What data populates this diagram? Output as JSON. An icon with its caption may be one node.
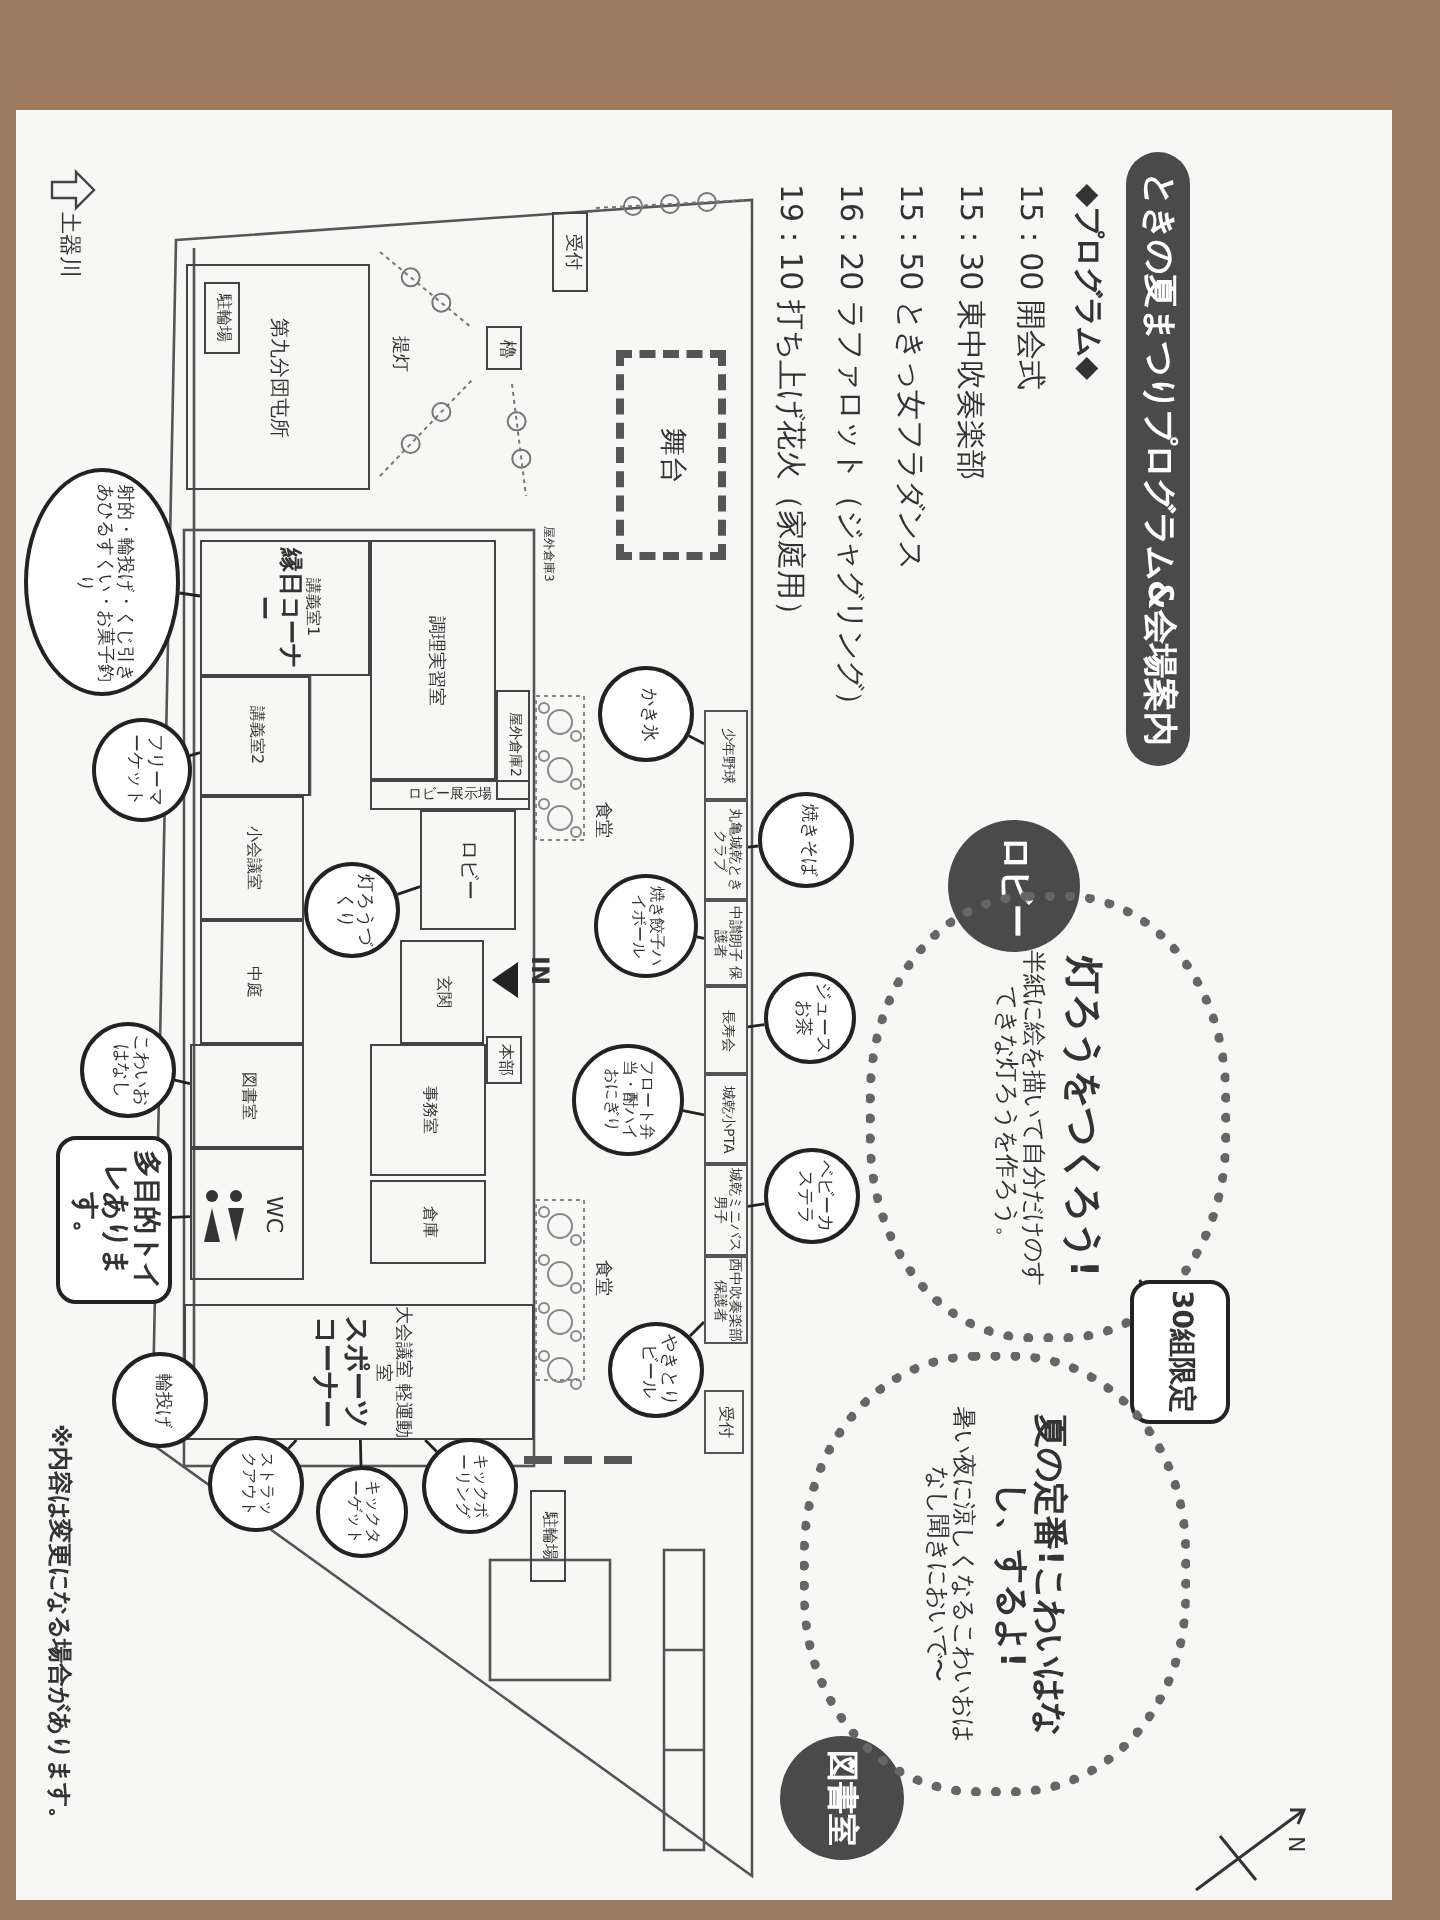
{
  "diagram": {
    "title": "ときの夏まつりプログラム&会場案内",
    "nodes": [
      {
        "text": [
          "第九分団屯所"
        ]
      },
      {
        "text": [
          "駐輪場"
        ],
        "in": 0
      },
      {
        "text": [
          "櫓"
        ]
      },
      {
        "text": [
          "受付"
        ]
      },
      {
        "text": [
          "舞台"
        ]
      },
      {
        "text": [
          "屋外倉庫3"
        ]
      },
      {
        "text": [
          "講義室1",
          "縁日コーナー"
        ]
      },
      {
        "text": [
          "講義室2"
        ]
      },
      {
        "text": [
          "調理実習室"
        ]
      },
      {
        "text": [
          "屋外倉庫2"
        ]
      },
      {
        "text": [
          "ロビー展示場"
        ]
      },
      {
        "text": [
          "ロビー"
        ]
      },
      {
        "text": [
          "小会議室"
        ]
      },
      {
        "text": [
          "中庭"
        ]
      },
      {
        "text": [
          "玄関"
        ]
      },
      {
        "text": [
          "本部"
        ]
      },
      {
        "text": [
          "事務室"
        ]
      },
      {
        "text": [
          "図書室"
        ]
      },
      {
        "text": [
          "WC"
        ]
      },
      {
        "text": [
          "倉庫"
        ]
      },
      {
        "text": [
          "大会議室 軽運動室",
          "スポーツコーナー"
        ]
      },
      {
        "text": [
          "食堂"
        ]
      },
      {
        "text": [
          "食堂"
        ]
      },
      {
        "text": [
          "少年野球"
        ]
      },
      {
        "text": [
          "丸亀城乾ときクラブ"
        ]
      },
      {
        "text": [
          "中讃朗子 保護者"
        ]
      },
      {
        "text": [
          "長寿会"
        ]
      },
      {
        "text": [
          "城乾小PTA"
        ]
      },
      {
        "text": [
          "城乾ミニバス男子"
        ]
      },
      {
        "text": [
          "西中吹奏楽部保護者"
        ]
      },
      {
        "text": [
          "受付"
        ]
      },
      {
        "text": [
          "駐輪場"
        ]
      },
      {
        "text": [
          "射的・輪投げ・くじ引きあひるすくい・お菓子釣り"
        ]
      },
      {
        "text": [
          "フリーマーケット"
        ]
      },
      {
        "text": [
          "灯ろうづくり"
        ]
      },
      {
        "text": [
          "こわいおはなし"
        ]
      },
      {
        "text": [
          "多目的トイレあります。"
        ]
      },
      {
        "text": [
          "輪投げ"
        ]
      },
      {
        "text": [
          "ストラックアウト"
        ]
      },
      {
        "text": [
          "キックターゲット"
        ]
      },
      {
        "text": [
          "キックボーリング"
        ]
      },
      {
        "text": [
          "かき氷"
        ]
      },
      {
        "text": [
          "焼きそば"
        ]
      },
      {
        "text": [
          "焼き餃子ハイボール"
        ]
      },
      {
        "text": [
          "ジュースお茶"
        ]
      },
      {
        "text": [
          "フロート弁当・酎ハイおにぎり"
        ]
      },
      {
        "text": [
          "ベビーカステラ"
        ]
      },
      {
        "text": [
          "やきとりビール"
        ]
      },
      {
        "text": [
          "ロビー"
        ]
      },
      {
        "text": [
          "灯ろうをつくろう!",
          "半紙に絵を描いて自分だけのすてきな灯ろうを作ろう。"
        ]
      },
      {
        "text": [
          "30組限定"
        ]
      },
      {
        "text": [
          "図書室"
        ]
      },
      {
        "text": [
          "夏の定番!こわいはなし、するよ!",
          "暑い夜に涼しくなるこわいおはなし聞きにおいで〜"
        ]
      }
    ],
    "edges": [
      {
        "from": 32,
        "to": 6,
        "arrow": "none"
      },
      {
        "from": 33,
        "to": 7,
        "arrow": "none"
      },
      {
        "from": 34,
        "to": 11,
        "arrow": "none"
      },
      {
        "from": 35,
        "to": 17,
        "arrow": "none"
      },
      {
        "from": 36,
        "to": 18,
        "arrow": "none"
      },
      {
        "from": 37,
        "to": 20,
        "arrow": "none"
      },
      {
        "from": 38,
        "to": 20,
        "arrow": "none"
      },
      {
        "from": 39,
        "to": 20,
        "arrow": "none"
      },
      {
        "from": 40,
        "to": 20,
        "arrow": "none"
      },
      {
        "from": 41,
        "to": 23,
        "arrow": "none"
      },
      {
        "from": 42,
        "to": 24,
        "arrow": "none"
      },
      {
        "from": 43,
        "to": 25,
        "arrow": "none"
      },
      {
        "from": 44,
        "to": 26,
        "arrow": "none"
      },
      {
        "from": 45,
        "to": 27,
        "arrow": "none"
      },
      {
        "from": 46,
        "to": 28,
        "arrow": "none"
      },
      {
        "from": 47,
        "to": 29,
        "arrow": "none"
      },
      {
        "from": 50,
        "to": 49,
        "arrow": "none"
      }
    ],
    "labels": [
      "◆プログラム◆",
      "15：00 開会式",
      "15：30 東中吹奏楽部",
      "15：50 ときっ女フラダンス",
      "16：20 ラファロット（ジャグリング）",
      "19：10 打ち上げ花火（家庭用）",
      "土器川",
      "提灯",
      "IN",
      "N",
      "※内容は変更になる場合があります。"
    ]
  }
}
